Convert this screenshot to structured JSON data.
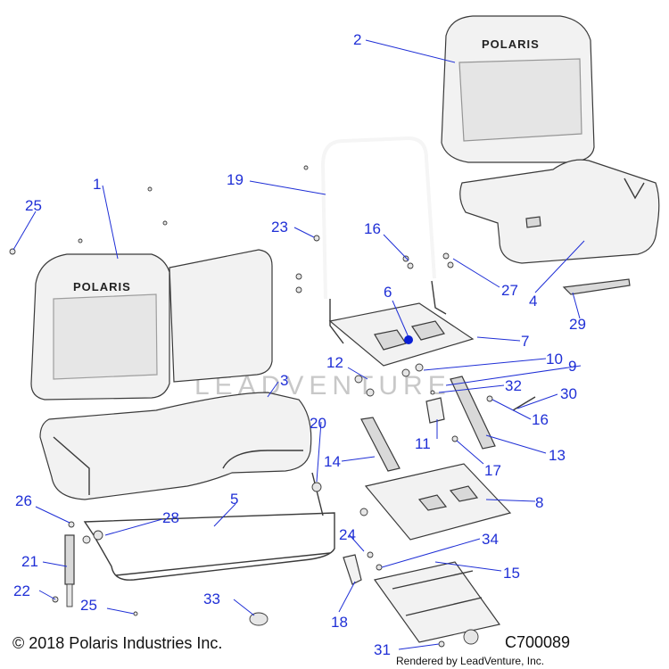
{
  "brand_text": "POLARIS",
  "watermark_text": "LEADVENTURE",
  "copyright": "© 2018 Polaris Industries Inc.",
  "figure_code": "C700089",
  "rendered_by": "Rendered by LeadVenture, Inc.",
  "callout_color": "#1f2fd6",
  "callouts": [
    "1",
    "2",
    "3",
    "4",
    "5",
    "6",
    "7",
    "8",
    "9",
    "10",
    "11",
    "12",
    "13",
    "14",
    "15",
    "16",
    "16",
    "17",
    "18",
    "19",
    "20",
    "21",
    "22",
    "23",
    "24",
    "25",
    "25",
    "26",
    "27",
    "28",
    "29",
    "30",
    "31",
    "32",
    "33",
    "34"
  ]
}
